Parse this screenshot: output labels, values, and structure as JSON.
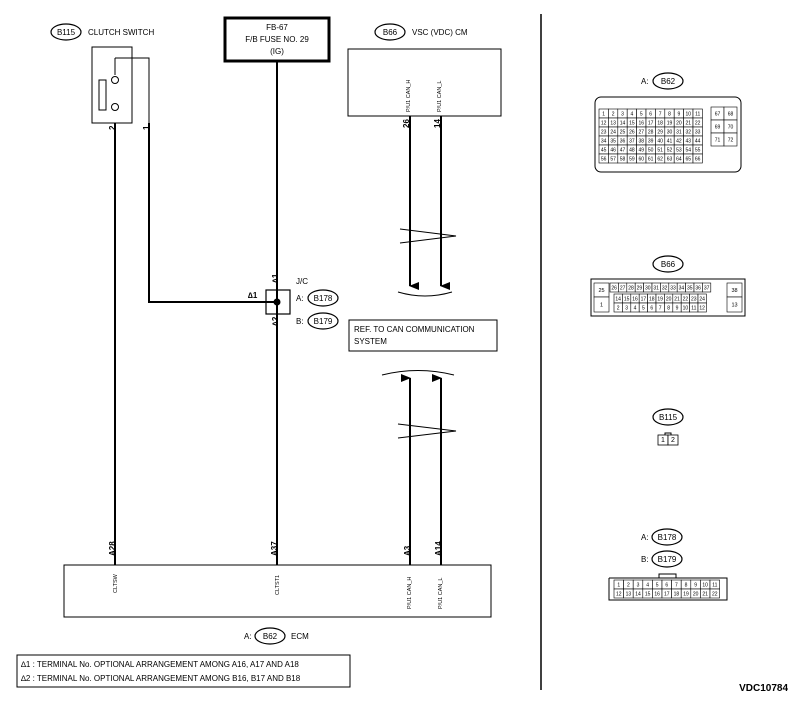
{
  "diagram": {
    "id": "VDC10784",
    "clutch_switch": {
      "code": "B115",
      "name": "CLUTCH SWITCH",
      "pin_2": "2",
      "pin_1": "1"
    },
    "fuse": {
      "line1": "FB-67",
      "line2": "F/B FUSE NO. 29",
      "line3": "(IG)"
    },
    "vsc": {
      "code": "B66",
      "name": "VSC (VDC) CM",
      "pin_26": "26",
      "pin_14": "14",
      "sig_h": "P/U1 CAN_H",
      "sig_l": "P/U1 CAN_L"
    },
    "jc": {
      "name": "J/C",
      "a_prefix": "A:",
      "a_code": "B178",
      "b_prefix": "B:",
      "b_code": "B179",
      "star1": "∆1",
      "star2": "∆2",
      "star1_left": "∆1"
    },
    "ref_box": {
      "line1": "REF. TO CAN COMMUNICATION",
      "line2": "SYSTEM"
    },
    "ecm": {
      "prefix": "A:",
      "code": "B62",
      "name": "ECM",
      "pins": [
        {
          "num": "A28",
          "sig": "CLTSW"
        },
        {
          "num": "A37",
          "sig": "CLTST1"
        },
        {
          "num": "A3",
          "sig": "P/U1 CAN_H"
        },
        {
          "num": "A14",
          "sig": "P/U1 CAN_L"
        }
      ]
    },
    "notes": [
      "∆1  : TERMINAL No. OPTIONAL ARRANGEMENT AMONG A16, A17 AND A18",
      "∆2  : TERMINAL No. OPTIONAL ARRANGEMENT AMONG B16, B17 AND B18"
    ]
  },
  "connectors": {
    "b62": {
      "prefix": "A:",
      "code": "B62",
      "rows": [
        [
          "1",
          "2",
          "3",
          "4",
          "5",
          "6",
          "7",
          "8",
          "9",
          "10",
          "11"
        ],
        [
          "12",
          "13",
          "14",
          "15",
          "16",
          "17",
          "18",
          "19",
          "20",
          "21",
          "22"
        ],
        [
          "23",
          "24",
          "25",
          "26",
          "27",
          "28",
          "29",
          "30",
          "31",
          "32",
          "33"
        ],
        [
          "34",
          "35",
          "36",
          "37",
          "38",
          "39",
          "40",
          "41",
          "42",
          "43",
          "44"
        ],
        [
          "45",
          "46",
          "47",
          "48",
          "49",
          "50",
          "51",
          "52",
          "53",
          "54",
          "55"
        ],
        [
          "56",
          "57",
          "58",
          "59",
          "60",
          "61",
          "62",
          "63",
          "64",
          "65",
          "66"
        ]
      ],
      "side": [
        "67",
        "68",
        "69",
        "70",
        "71",
        "72"
      ]
    },
    "b66": {
      "code": "B66",
      "left_top": "25",
      "left_bottom": "1",
      "top_row": [
        "26",
        "27",
        "28",
        "29",
        "30",
        "31",
        "32",
        "33",
        "34",
        "35",
        "36",
        "37"
      ],
      "mid_row": [
        "14",
        "15",
        "16",
        "17",
        "18",
        "19",
        "20",
        "21",
        "22",
        "23",
        "24"
      ],
      "bot_row": [
        "2",
        "3",
        "4",
        "5",
        "6",
        "7",
        "8",
        "9",
        "10",
        "11",
        "12"
      ],
      "right_top": "38",
      "right_bottom": "13"
    },
    "b115": {
      "code": "B115",
      "pins": [
        "1",
        "2"
      ]
    },
    "b178_b179": {
      "a_prefix": "A:",
      "a_code": "B178",
      "b_prefix": "B:",
      "b_code": "B179",
      "row1": [
        "1",
        "2",
        "3",
        "4",
        "5",
        "6",
        "7",
        "8",
        "9",
        "10",
        "11"
      ],
      "row2": [
        "12",
        "13",
        "14",
        "15",
        "16",
        "17",
        "18",
        "19",
        "20",
        "21",
        "22"
      ]
    }
  }
}
